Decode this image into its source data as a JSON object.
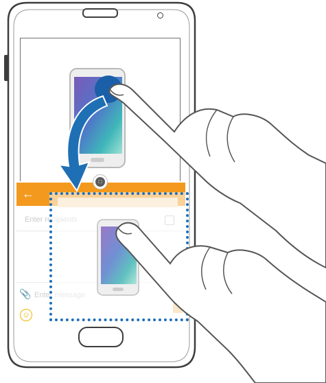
{
  "illustration": {
    "subject": "multi-window-drag-content",
    "device_color": "#ffffff",
    "outline_color": "#3d3d3d",
    "accent_color": "#f39a1e",
    "drop_zone_color": "#1d6fb8",
    "arrow_color": "#1f6fb5"
  },
  "lower_window": {
    "back_icon": "back-arrow-icon",
    "recipient_placeholder": "Enter recipients",
    "message_placeholder": "Enter message",
    "contact_icon": "contact-icon",
    "attach_icon": "paperclip-icon",
    "emoji_icon": "smiley-icon"
  },
  "handle": {
    "icon": "window-switch-icon"
  }
}
